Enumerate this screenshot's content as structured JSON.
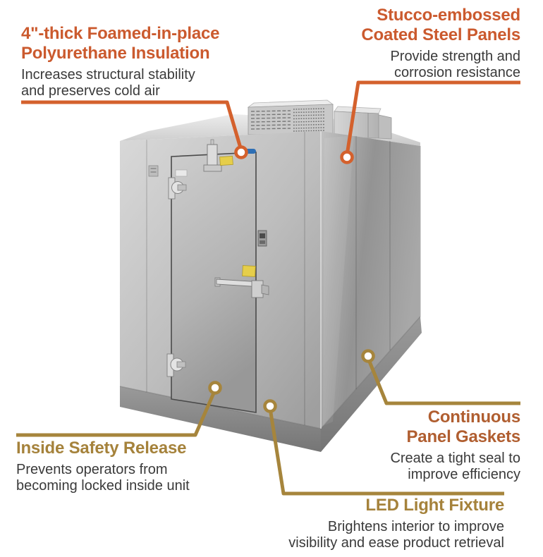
{
  "colors": {
    "background": "#ffffff",
    "orange_heading": "#cb5a2e",
    "orange_line": "#d4612d",
    "gold_heading": "#a5823b",
    "gold_line": "#a6853c",
    "brown_heading": "#b05e30",
    "body_text": "#3a3a3a",
    "brand_logo_blue": "#2e6fb5",
    "warning_sticker_yellow": "#e6ce4a",
    "metal_light": "#dcdcdc",
    "metal_dark": "#8a8a8a"
  },
  "product": {
    "description": "Stucco-embossed stainless walk-in cooler box with hinged door, rooftop refrigeration condenser units and kick base"
  },
  "callouts": {
    "insulation": {
      "heading_line1": "4\"-thick Foamed-in-place",
      "heading_line2": "Polyurethane Insulation",
      "body_line1": "Increases structural stability",
      "body_line2": "and preserves cold air"
    },
    "stucco": {
      "heading_line1": "Stucco-embossed",
      "heading_line2": "Coated Steel Panels",
      "body_line1": "Provide strength and",
      "body_line2": "corrosion resistance"
    },
    "safety": {
      "heading_line1": "Inside Safety Release",
      "body_line1": "Prevents operators from",
      "body_line2": "becoming locked inside unit"
    },
    "gaskets": {
      "heading_line1": "Continuous",
      "heading_line2": "Panel Gaskets",
      "body_line1": "Create a tight seal to",
      "body_line2": "improve efficiency"
    },
    "led": {
      "heading_line1": "LED Light Fixture",
      "body_line1": "Brightens interior to improve",
      "body_line2": "visibility and ease product retrieval"
    }
  }
}
